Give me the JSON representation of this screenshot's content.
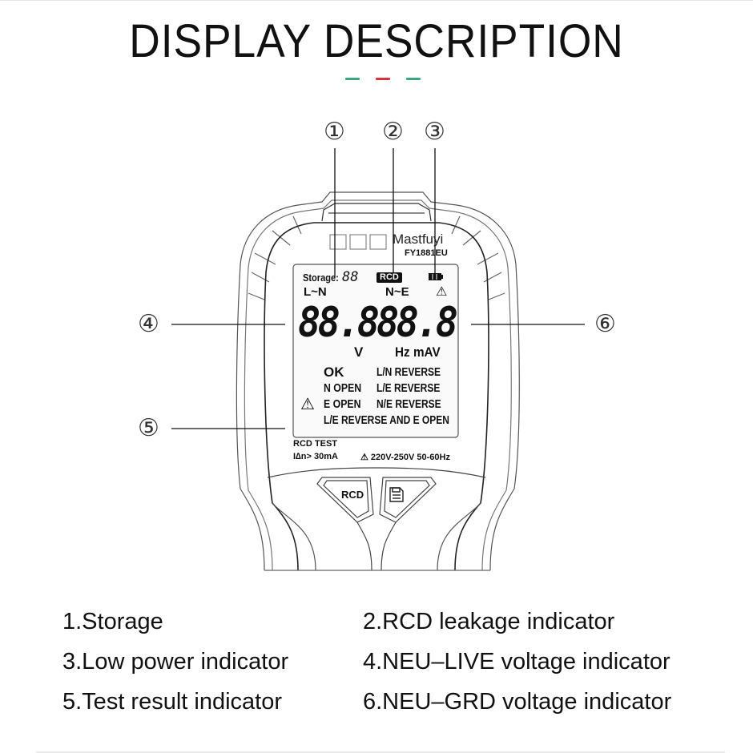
{
  "header": {
    "title": "DISPLAY DESCRIPTION",
    "dash_colors": [
      "#3aa77f",
      "#d9323c",
      "#3aa77f"
    ]
  },
  "callouts": {
    "c1": "①",
    "c2": "②",
    "c3": "③",
    "c4": "④",
    "c5": "⑤",
    "c6": "⑥"
  },
  "device": {
    "brand": "Mastfuyi",
    "model": "FY1881EU",
    "lcd": {
      "storage_label": "Storage:",
      "storage_digits": "88",
      "rcd_badge": "RCD",
      "battery_icon": "battery-icon",
      "warning_icon": "⚠",
      "left_channel": "L~N",
      "right_channel": "N~E",
      "left_digits": "88.8",
      "right_digits": "88.8",
      "left_unit": "V",
      "right_units": "Hz mAV",
      "results_left": [
        "OK",
        "N OPEN",
        "E OPEN"
      ],
      "results_right": [
        "L/N REVERSE",
        "L/E REVERSE",
        "N/E REVERSE"
      ],
      "result_bottom": "L/E REVERSE AND E OPEN",
      "result_warning_icon": "⚠"
    },
    "footer": {
      "rcd_test": "RCD TEST",
      "rcd_spec": "I∆n> 30mA",
      "rating": "⚠ 220V-250V  50-60Hz"
    },
    "buttons": {
      "rcd_label": "RCD",
      "save_icon": "floppy-disk-icon"
    }
  },
  "legend": [
    "1.Storage",
    "2.RCD leakage indicator",
    "3.Low power indicator",
    "4.NEU–LIVE voltage indicator",
    "5.Test result indicator",
    "6.NEU–GRD voltage indicator"
  ]
}
